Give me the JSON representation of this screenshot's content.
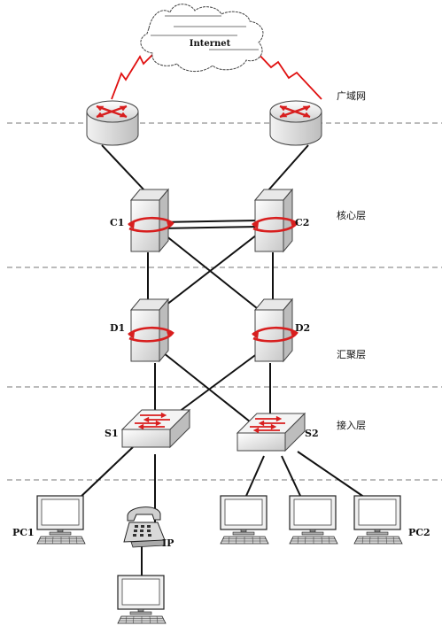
{
  "diagram": {
    "cloud_label": "Internet",
    "layers": {
      "wan": "广域网",
      "core": "核心层",
      "distribution": "汇聚层",
      "access": "接入层"
    },
    "devices": {
      "core_left": "C1",
      "core_right": "C2",
      "dist_left": "D1",
      "dist_right": "D2",
      "access_left": "S1",
      "access_right": "S2",
      "phone": "IP",
      "pc_left": "PC1",
      "pc_right": "PC2"
    },
    "colors": {
      "wan_link": "#e01010",
      "lines": "#111111",
      "dashed_separator": "#777777",
      "device_gray": "#d9d9d9",
      "arrow_red": "#d81e1e"
    },
    "icons": [
      "cloud-icon",
      "router-icon",
      "layer3-switch-icon",
      "switch-icon",
      "ip-phone-icon",
      "computer-icon"
    ]
  }
}
